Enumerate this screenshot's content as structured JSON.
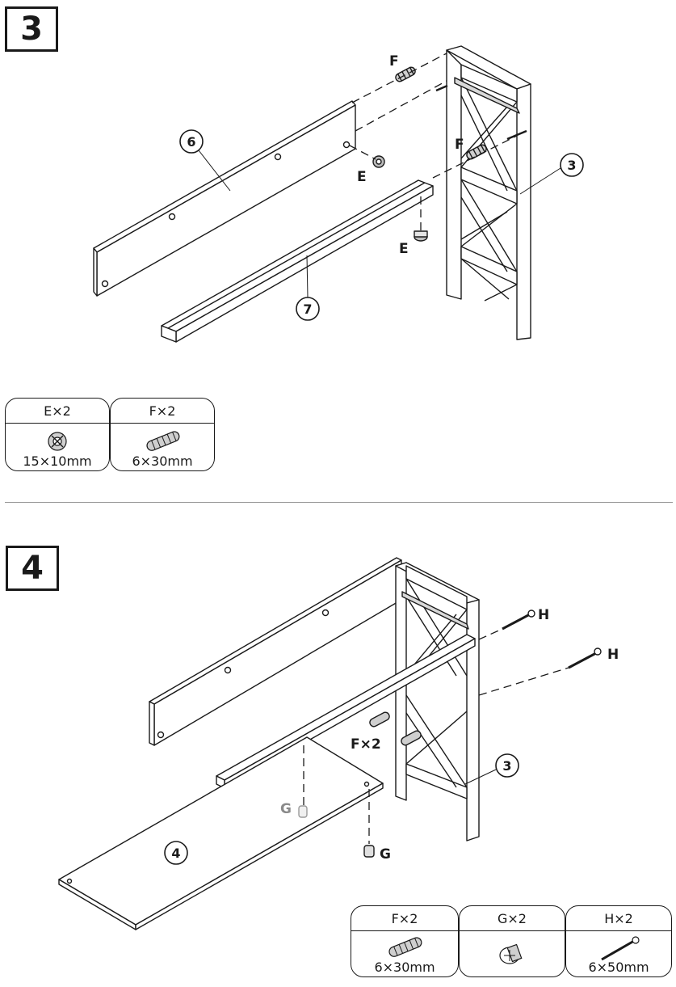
{
  "step3": {
    "number": "3",
    "labels": {
      "fitting_f_top": "F",
      "fitting_f_mid": "F",
      "fitting_e_left": "E",
      "fitting_e_bottom": "E"
    },
    "callouts": [
      "6",
      "7",
      "3"
    ],
    "parts": [
      {
        "qty": "E×2",
        "size": "15×10mm",
        "icon": "cam-lock-icon"
      },
      {
        "qty": "F×2",
        "size": "6×30mm",
        "icon": "wood-dowel-icon"
      }
    ]
  },
  "step4": {
    "number": "4",
    "labels": {
      "bolt_h_top": "H",
      "bolt_h_mid": "H",
      "dowels_f": "F×2",
      "peg_g_hidden": "G",
      "peg_g_front": "G"
    },
    "callouts": [
      "3",
      "4"
    ],
    "parts": [
      {
        "qty": "F×2",
        "size": "6×30mm",
        "icon": "wood-dowel-icon"
      },
      {
        "qty": "G×2",
        "size": "",
        "icon": "cam-barrel-icon"
      },
      {
        "qty": "H×2",
        "size": "6×50mm",
        "icon": "bolt-icon"
      }
    ]
  }
}
